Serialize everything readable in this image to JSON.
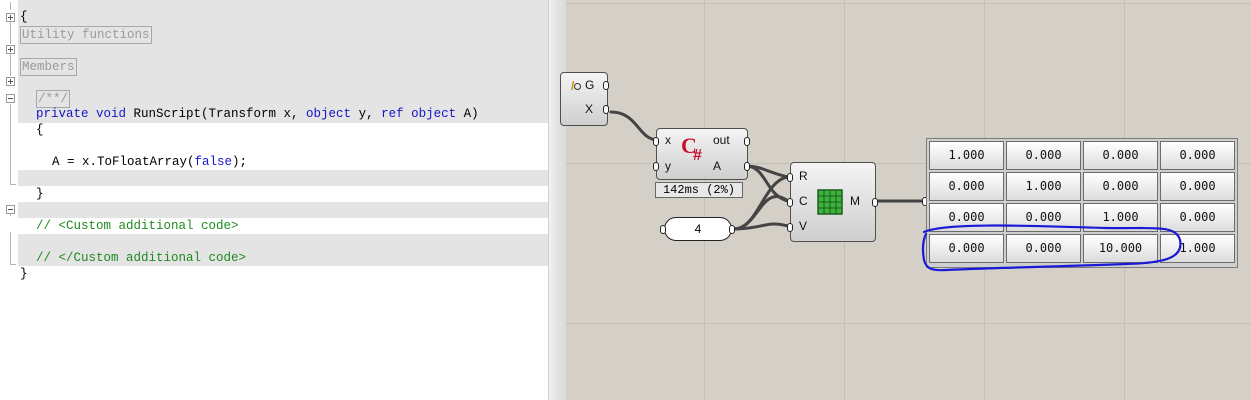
{
  "editor": {
    "brace_open": "{",
    "utility_region": "Utility functions",
    "members_region": "Members",
    "doc_comment": "/**/",
    "signature": {
      "modifiers": "private void",
      "method_name": " RunScript(Transform x, ",
      "type_y": "object",
      "param_y": " y, ",
      "ref_kw": "ref",
      "sp": " ",
      "type_a": "object",
      "param_a": " A)"
    },
    "open_brace": "{",
    "body_line": {
      "prefix": "A = x.ToFloatArray(",
      "arg": "false",
      "suffix": ");"
    },
    "close_brace": "}",
    "custom_open": "// <Custom additional code>",
    "custom_close": "// </Custom additional code>",
    "final_brace": "}"
  },
  "canvas": {
    "matrix_node": {
      "input_g": "G",
      "input_x": "X"
    },
    "script_node": {
      "input_x": "x",
      "input_y": "y",
      "output_out": "out",
      "output_a": "A",
      "icon_c": "C",
      "icon_hash": "#",
      "timing": "142ms (2%)"
    },
    "number_slider": {
      "value": "4"
    },
    "replace_node": {
      "input_r": "R",
      "input_c": "C",
      "input_v": "V",
      "output_m": "M"
    },
    "panel": {
      "rows": [
        [
          "1.000",
          "0.000",
          "0.000",
          "0.000"
        ],
        [
          "0.000",
          "1.000",
          "0.000",
          "0.000"
        ],
        [
          "0.000",
          "0.000",
          "1.000",
          "0.000"
        ],
        [
          "0.000",
          "0.000",
          "10.000",
          "1.000"
        ]
      ]
    },
    "annotation_color": "#1a1ad6",
    "wire_color": "#444444",
    "icon_red": "#c8102e",
    "grid_icon_green": "#3cb33c"
  }
}
